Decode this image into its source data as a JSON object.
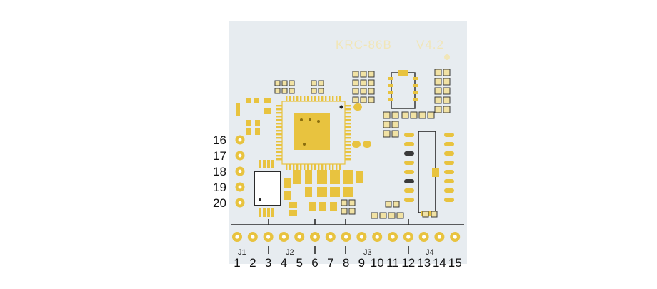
{
  "board": {
    "model_label": "KRC-86B",
    "version_label": "V4.2",
    "colors": {
      "board": "#e7ecf0",
      "pad": "#e8c33f",
      "pad_light": "#f1e2a4",
      "pin_black": "#333333",
      "trace_dark": "#3a3a3a"
    }
  },
  "connectors": [
    {
      "label": "J1"
    },
    {
      "label": "J2"
    },
    {
      "label": "J3"
    },
    {
      "label": "J4"
    }
  ],
  "bottom_pins": [
    "1",
    "2",
    "3",
    "4",
    "5",
    "6",
    "7",
    "8",
    "9",
    "10",
    "11",
    "12",
    "13",
    "14",
    "15"
  ],
  "side_pins": [
    "16",
    "17",
    "18",
    "19",
    "20"
  ]
}
